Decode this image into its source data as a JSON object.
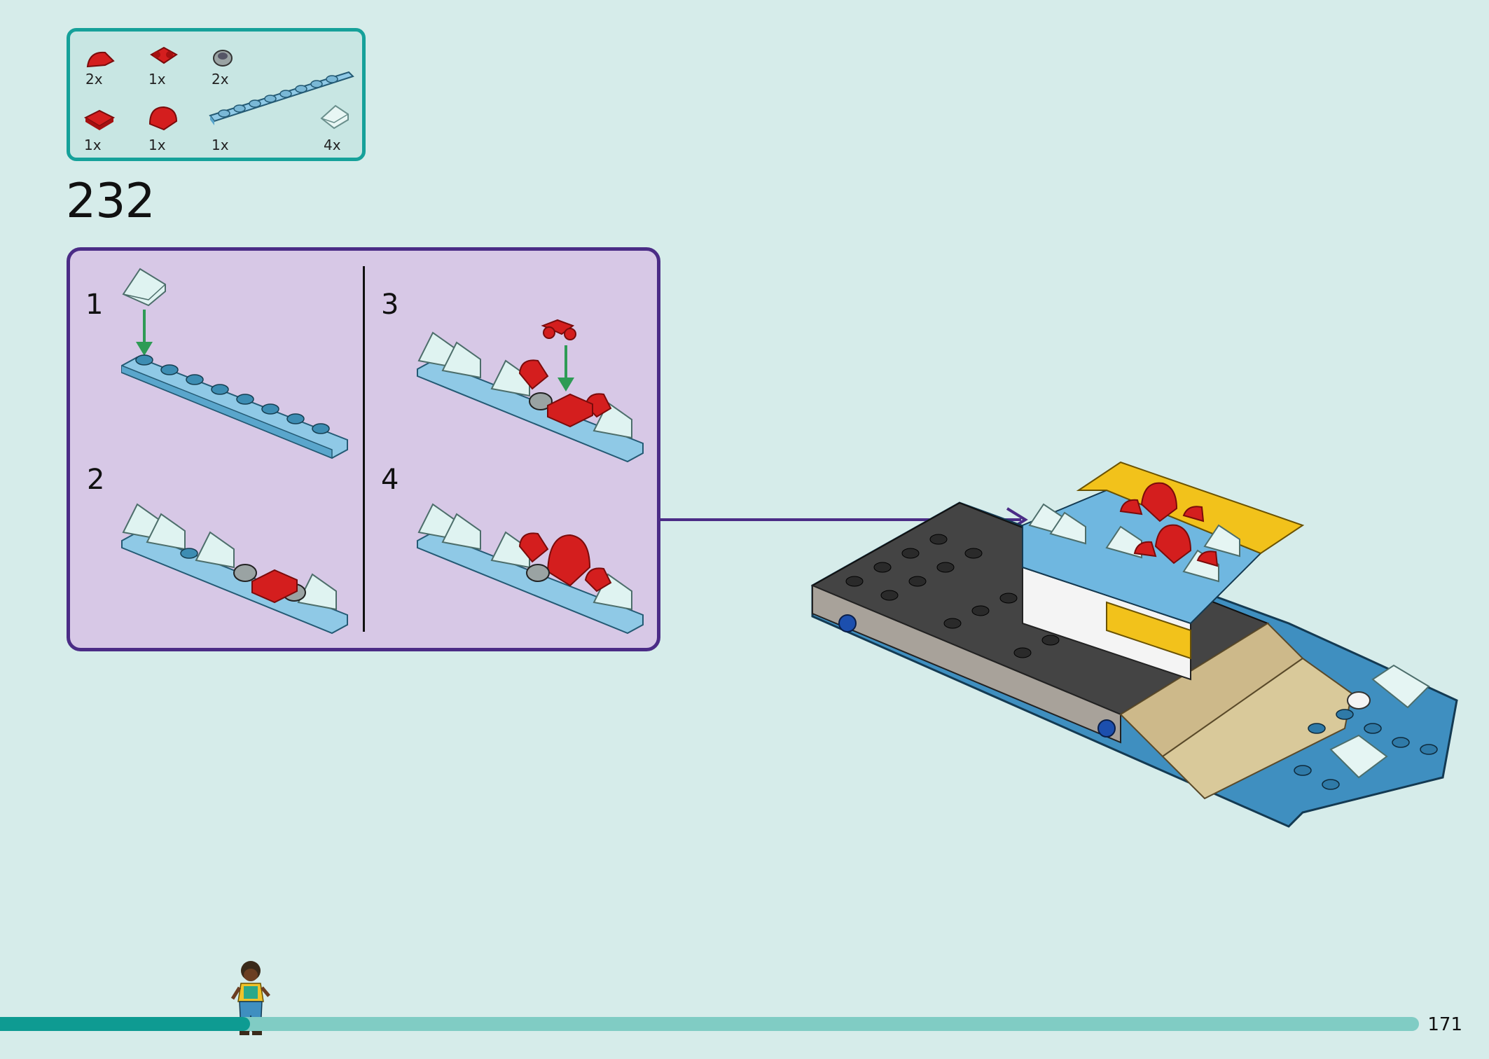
{
  "parts": {
    "items": [
      {
        "qty": "2x",
        "icon": "red-curved-slope-icon"
      },
      {
        "qty": "1x",
        "icon": "red-flower-plate-icon"
      },
      {
        "qty": "2x",
        "icon": "gray-round-plate-icon"
      },
      {
        "qty": "1x",
        "icon": "red-square-plate-icon"
      },
      {
        "qty": "1x",
        "icon": "red-rounded-tile-icon"
      },
      {
        "qty": "1x",
        "icon": "light-blue-long-plate-icon"
      },
      {
        "qty": "4x",
        "icon": "transparent-slope-icon"
      }
    ]
  },
  "step": {
    "number": "232"
  },
  "substeps": [
    {
      "num": "1"
    },
    {
      "num": "2"
    },
    {
      "num": "3"
    },
    {
      "num": "4"
    }
  ],
  "footer": {
    "page_number": "171",
    "progress": 0.176
  },
  "colors": {
    "background": "#d6ecea",
    "parts_border": "#16a19a",
    "substep_border": "#4b2c86",
    "substep_fill": "#d7c8e6",
    "progress_fill": "#0e9b92",
    "progress_track": "#80ccc4",
    "arrow": "#4b2c86"
  }
}
